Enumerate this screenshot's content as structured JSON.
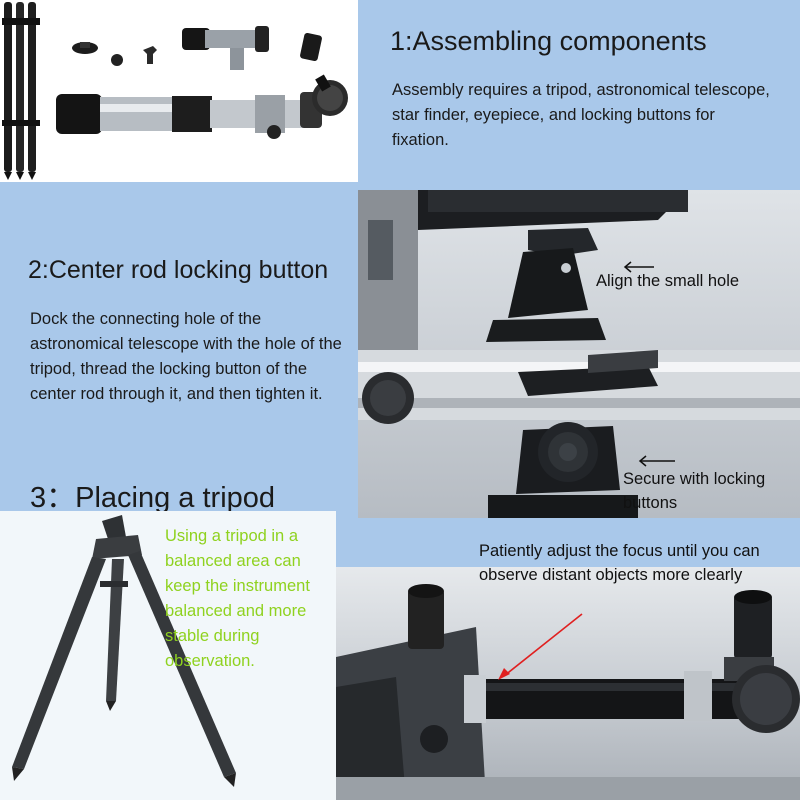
{
  "section1": {
    "heading": "1:Assembling components",
    "body": "Assembly requires a tripod, astronomical telescope, star finder, eyepiece, and locking buttons for fixation."
  },
  "section2": {
    "heading": "2:Center rod locking button",
    "body": "Dock the connecting hole of the astronomical telescope with the hole of the tripod, thread the locking button of the center rod through it, and then tighten it.",
    "callout_hole": "Align the small hole",
    "callout_lock": "Secure with locking buttons"
  },
  "section3": {
    "heading": "3：Placing a tripod",
    "body": "Using a tripod in a balanced area can keep the instrument balanced and more stable during observation."
  },
  "section4": {
    "callout_focus": "Patiently adjust the focus until you can observe distant objects more clearly"
  },
  "colors": {
    "background": "#a9c8ea",
    "green_text": "#8fd21f",
    "focus_arrow": "#e02020"
  },
  "icons": [
    "tripod-illustration",
    "telescope-illustration",
    "eyepiece-illustration",
    "star-finder-illustration",
    "locking-knob-illustration",
    "arrow-left-icon",
    "red-arrow-icon"
  ]
}
